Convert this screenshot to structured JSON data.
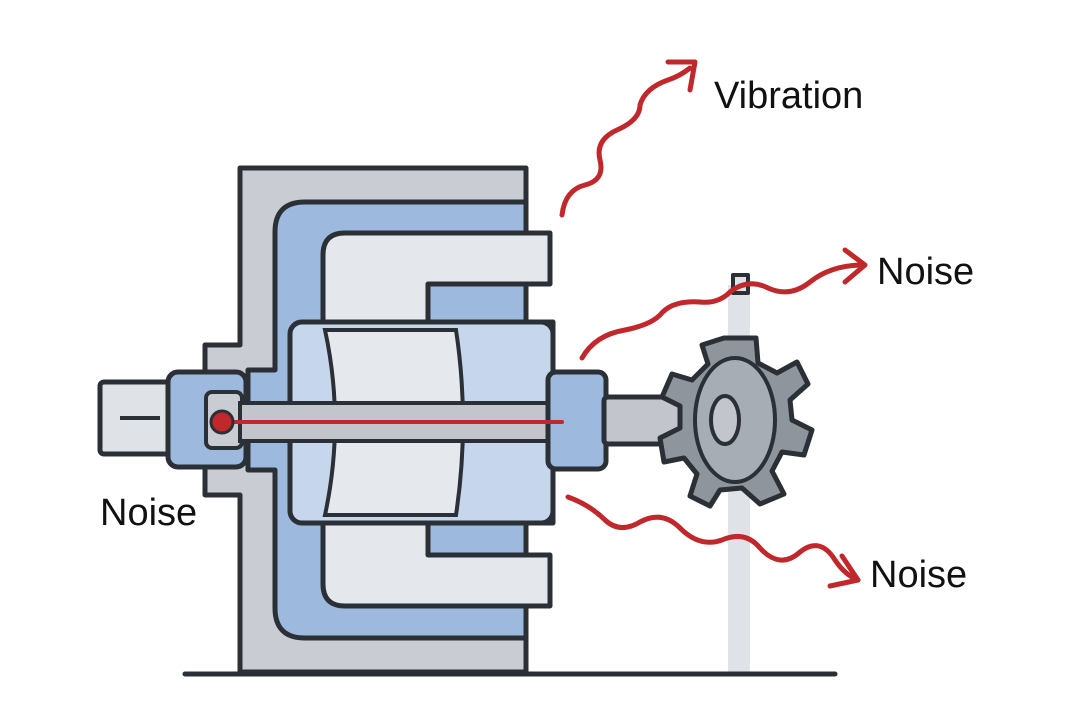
{
  "labels": {
    "vibration": "Vibration",
    "noise_top": "Noise",
    "noise_bottom": "Noise",
    "noise_left": "Noise"
  },
  "colors": {
    "outline": "#2b2f36",
    "housing": "#c9cdd3",
    "housing_inner": "#9db9dd",
    "stator": "#e4e7eb",
    "rotor_face": "#c6d6ec",
    "rotor_light": "#e5e8ec",
    "shaft": "#c2c6cc",
    "gear": "#8f959c",
    "red": "#c0282b",
    "pole": "#dfe3e8",
    "text": "#111111"
  },
  "icons": {
    "gear": "gear-icon",
    "arrow": "arrow-icon"
  }
}
